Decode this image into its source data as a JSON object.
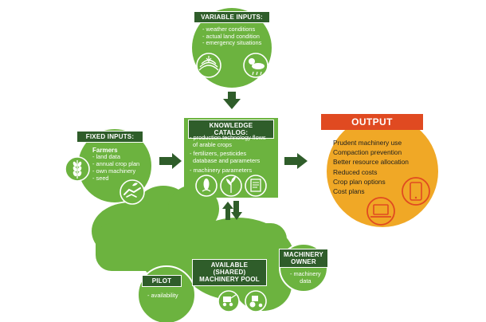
{
  "variable_inputs": {
    "title": "VARIABLE INPUTS:",
    "items": [
      "- weather conditions",
      "- actual land condition",
      "- emergency situations"
    ],
    "icons": [
      "field-icon",
      "weather-icon"
    ]
  },
  "fixed_inputs": {
    "title": "FIXED INPUTS:",
    "group": "Farmers",
    "items": [
      "- land data",
      "- annual crop plan",
      "- own machinery",
      "- seed"
    ],
    "icons": [
      "wheat-icon",
      "handshake-icon"
    ]
  },
  "knowledge_catalog": {
    "title": "KNOWLEDGE CATALOG:",
    "items": [
      "- production technology flows",
      "of arable crops",
      "- fertilizers, pesticides",
      "database and parameters",
      "- machinery parameters"
    ],
    "icons": [
      "corn-icon",
      "plant-icon",
      "book-icon"
    ]
  },
  "output": {
    "title": "OUTPUT",
    "items": [
      "Prudent machinery use",
      "Compaction prevention",
      "Better resource allocation",
      "Reduced costs",
      "Crop plan options",
      "Cost plans"
    ],
    "icons": [
      "smartphone-icon",
      "laptop-icon"
    ]
  },
  "machinery_pool": {
    "title_line1": "AVAILABLE (SHARED)",
    "title_line2": "MACHINERY POOL",
    "icons": [
      "harvester-icon",
      "tractor-icon"
    ]
  },
  "pilot": {
    "title": "PILOT",
    "item": "- availability"
  },
  "machinery_owner": {
    "title_line1": "MACHINERY",
    "title_line2": "OWNER",
    "items": [
      "- machinery",
      "data"
    ]
  },
  "colors": {
    "green": "#6cb33f",
    "dark_green": "#2f5d2a",
    "orange": "#f0a826",
    "red": "#e04a21",
    "icon_ring": "#ffffff"
  }
}
